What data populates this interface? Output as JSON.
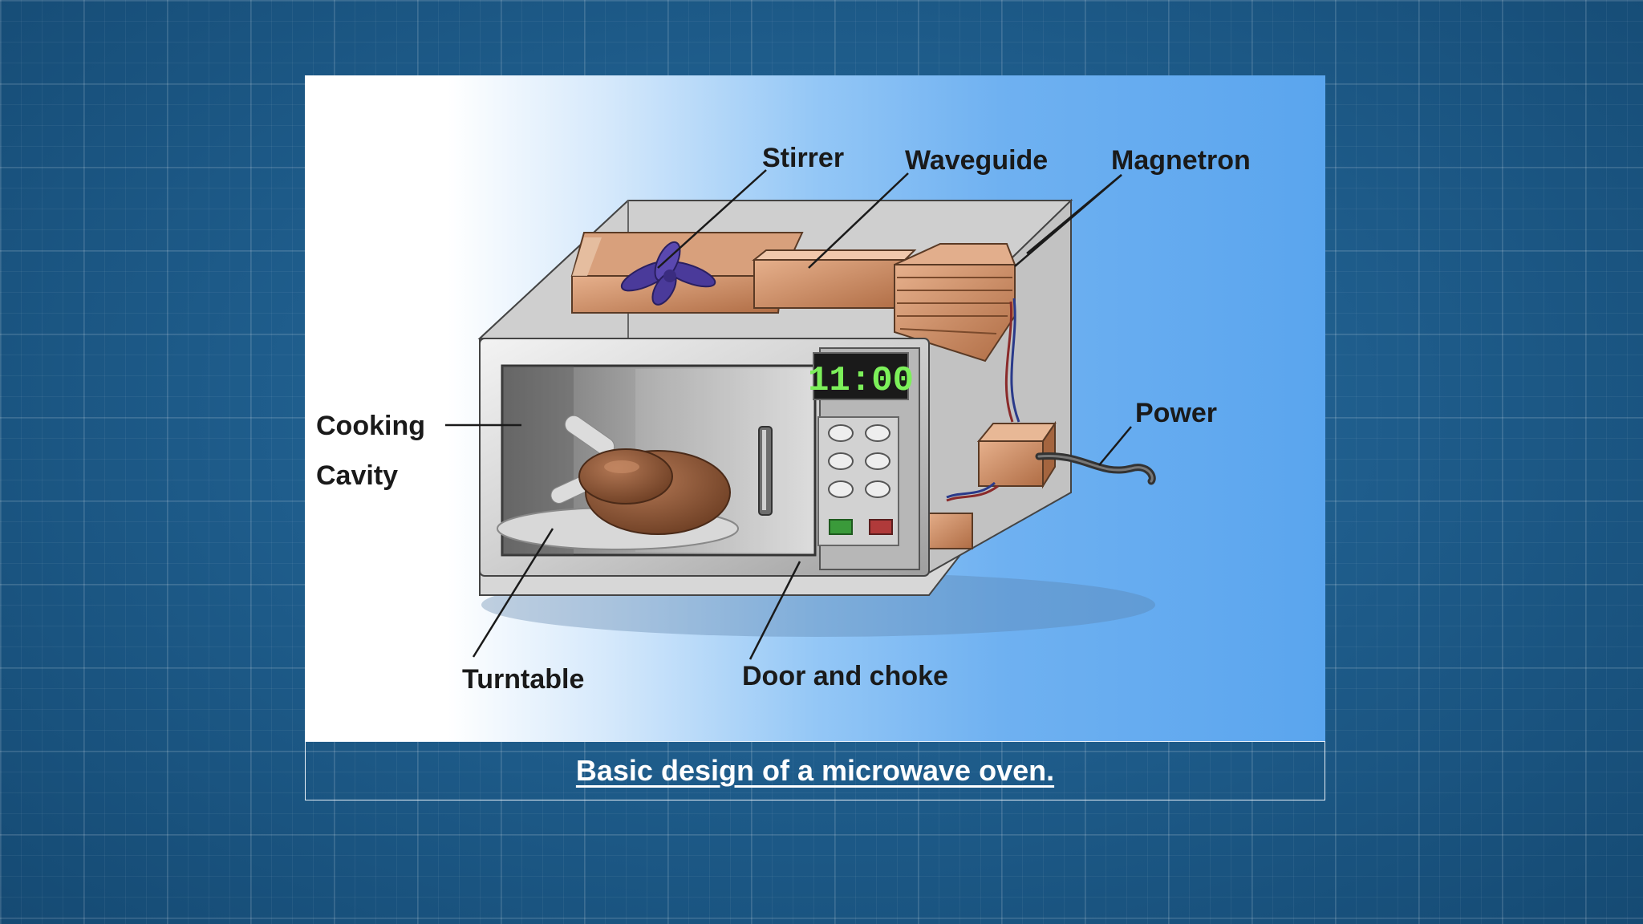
{
  "diagram": {
    "labels": {
      "stirrer": "Stirrer",
      "waveguide": "Waveguide",
      "magnetron": "Magnetron",
      "cooking": "Cooking",
      "cavity": "Cavity",
      "power": "Power",
      "turntable": "Turntable",
      "door_choke": "Door and choke"
    },
    "clock_display": "11:00"
  },
  "caption": "Basic design of a microwave oven.",
  "colors": {
    "copper": "#c98a62",
    "stirrer_blade": "#4a3a9a",
    "panel_bg": "#5aa5ee"
  }
}
